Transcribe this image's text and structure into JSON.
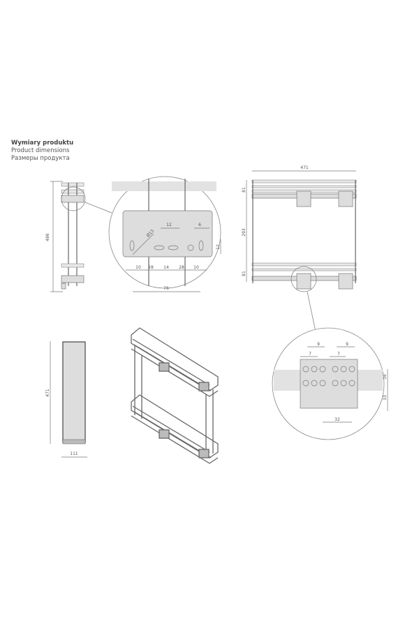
{
  "header": {
    "line_pl": "Wymiary produktu",
    "line_en": "Product dimensions",
    "line_ru": "Размеры продукта"
  },
  "side_view": {
    "height": "486"
  },
  "mount_detail": {
    "hole_diameter": "Ø13",
    "spacing_top": "12",
    "offset_right": "6",
    "vertical": "12",
    "bottom_dims": [
      "10",
      "28",
      "14",
      "28",
      "10"
    ],
    "total_width": "76"
  },
  "front_view": {
    "width": "471",
    "top_section": "81",
    "middle_section": "293",
    "bottom_section": "81"
  },
  "hole_detail": {
    "pitch_a": "9",
    "pitch_b": "9",
    "pitch_c": "7",
    "pitch_d": "7",
    "row_gap": "16",
    "bottom_offset": "33",
    "span": "32"
  },
  "profile_view": {
    "height": "471",
    "width": "111"
  }
}
